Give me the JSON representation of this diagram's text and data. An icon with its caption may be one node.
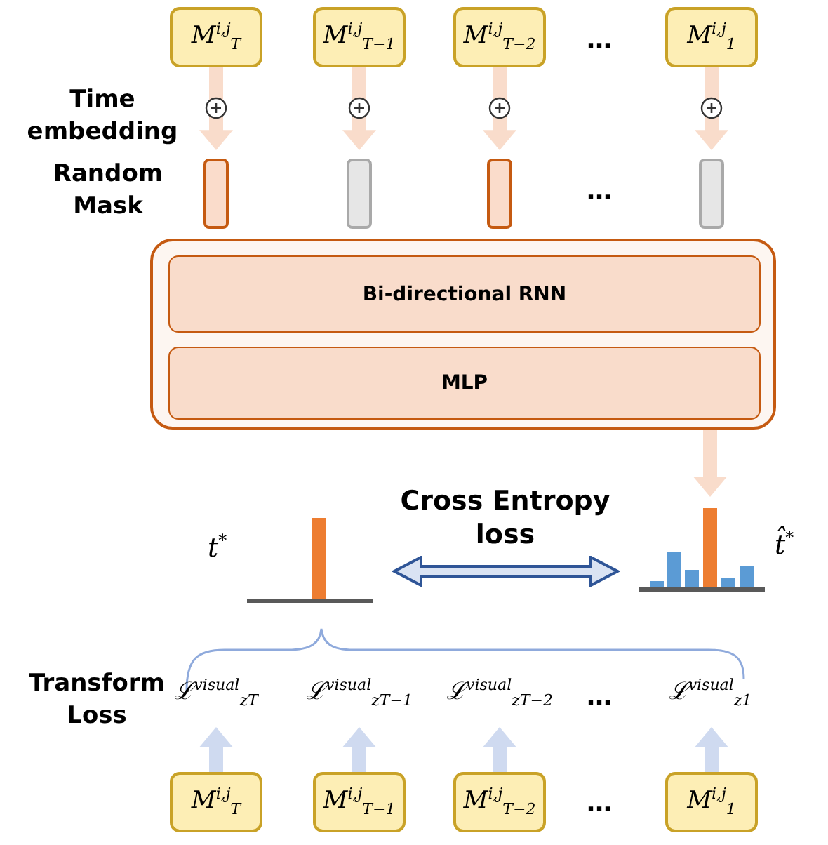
{
  "diagram": {
    "nodes": [
      {
        "text": [
          "M$^{i,j}$$_{T}$"
        ]
      },
      {
        "text": [
          "M$^{i,j}$$_{T−1}$"
        ]
      },
      {
        "text": [
          "M$^{i,j}$$_{T−2}$"
        ]
      },
      {
        "text": [
          "M$^{i,j}$$_{1}$"
        ]
      },
      {
        "text": [],
        "shape": "bar"
      },
      {
        "text": [],
        "shape": "bar"
      },
      {
        "text": [],
        "shape": "bar"
      },
      {
        "text": [],
        "shape": "bar"
      },
      {
        "text": [],
        "shape": "box"
      },
      {
        "text": [
          "Bi-directional RNN"
        ],
        "in": 8
      },
      {
        "text": [
          "MLP"
        ],
        "in": 8
      },
      {
        "text": [],
        "shape": "picture",
        "beside": [
          "t$^{*}$"
        ]
      },
      {
        "text": [],
        "shape": "picture",
        "beside": [
          "t̂$^{*}$"
        ]
      },
      {
        "text": [
          "ℒ$^{visual}$$_{zT}$"
        ]
      },
      {
        "text": [
          "ℒ$^{visual}$$_{zT−1}$"
        ]
      },
      {
        "text": [
          "ℒ$^{visual}$$_{zT−2}$"
        ]
      },
      {
        "text": [
          "ℒ$^{visual}$$_{z1}$"
        ]
      },
      {
        "text": [
          "M$^{i,j}$$_{T}$"
        ]
      },
      {
        "text": [
          "M$^{i,j}$$_{T−1}$"
        ]
      },
      {
        "text": [
          "M$^{i,j}$$_{T−2}$"
        ]
      },
      {
        "text": [
          "M$^{i,j}$$_{1}$"
        ]
      }
    ],
    "edges": [
      {
        "from": 0,
        "to": 4,
        "arrow": "to"
      },
      {
        "from": 1,
        "to": 5,
        "arrow": "to"
      },
      {
        "from": 2,
        "to": 6,
        "arrow": "to"
      },
      {
        "from": 3,
        "to": 7,
        "arrow": "to"
      },
      {
        "from": 8,
        "to": 12,
        "arrow": "to"
      },
      {
        "from": 11,
        "to": 12,
        "arrow": "both",
        "label": "Cross Entropy loss",
        "color": "#2f5597"
      },
      {
        "from": 17,
        "to": 13,
        "arrow": "to",
        "color": "#cfdaf0"
      },
      {
        "from": 18,
        "to": 14,
        "arrow": "to",
        "color": "#cfdaf0"
      },
      {
        "from": 19,
        "to": 15,
        "arrow": "to",
        "color": "#cfdaf0"
      },
      {
        "from": 20,
        "to": 16,
        "arrow": "to",
        "color": "#cfdaf0"
      }
    ],
    "labels": [
      "…",
      "Time embedding",
      "Random Mask",
      "…",
      "Transform Loss",
      "…",
      "…"
    ]
  }
}
